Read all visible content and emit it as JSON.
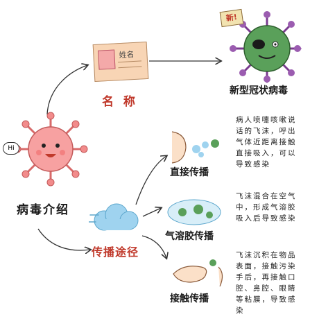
{
  "center": {
    "title": "病毒介绍",
    "bubble": "Hi"
  },
  "name_branch": {
    "label": "名 称",
    "card_text": "姓名",
    "result": "新型冠状病毒",
    "sign": "新!"
  },
  "route_branch": {
    "label": "传播途径",
    "routes": [
      {
        "label": "直接传播",
        "desc": [
          "病人喷嚏咳嗽说",
          "话的飞沫，呼出",
          "气体近距离接触",
          "直接吸入，可以",
          "导致感染"
        ]
      },
      {
        "label": "气溶胶传播",
        "desc": [
          "飞沫混合在空气",
          "中，形成气溶胶",
          "吸入后导致感染"
        ]
      },
      {
        "label": "接触传播",
        "desc": [
          "飞沫沉积在物品",
          "表面，接触污染",
          "手后，再接触口",
          "腔、鼻腔、眼睛",
          "等粘膜，导致感",
          "染"
        ]
      }
    ]
  },
  "colors": {
    "label_red": "#c0392b",
    "dark_text": "#1a1a1a",
    "virus_pink": "#f28b8b",
    "virus_green": "#5aa05a",
    "virus_purple": "#7a3b8f",
    "card_bg": "#f8d5b5",
    "cloud_blue": "#9fd3ef"
  }
}
